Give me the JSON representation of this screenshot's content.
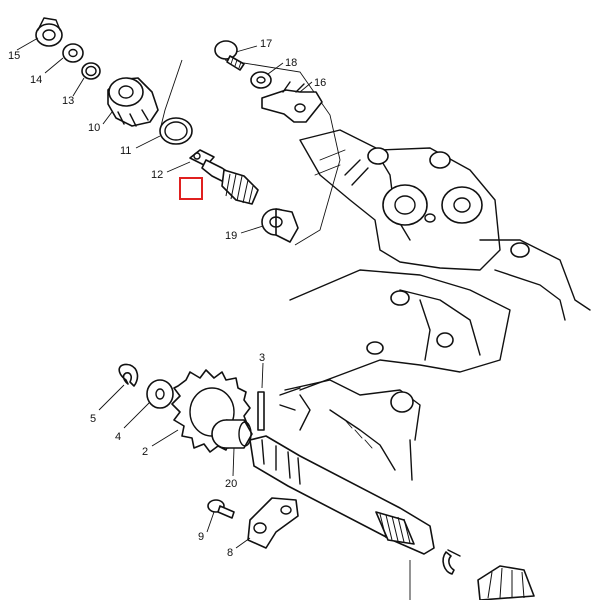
{
  "callouts": [
    {
      "id": "c15",
      "label": "15"
    },
    {
      "id": "c14",
      "label": "14"
    },
    {
      "id": "c13",
      "label": "13"
    },
    {
      "id": "c10",
      "label": "10"
    },
    {
      "id": "c11",
      "label": "11"
    },
    {
      "id": "c12",
      "label": "12"
    },
    {
      "id": "c17",
      "label": "17"
    },
    {
      "id": "c18",
      "label": "18"
    },
    {
      "id": "c16",
      "label": "16"
    },
    {
      "id": "c19",
      "label": "19"
    },
    {
      "id": "c3",
      "label": "3"
    },
    {
      "id": "c5",
      "label": "5"
    },
    {
      "id": "c4",
      "label": "4"
    },
    {
      "id": "c2",
      "label": "2"
    },
    {
      "id": "c20",
      "label": "20"
    },
    {
      "id": "c9",
      "label": "9"
    },
    {
      "id": "c8",
      "label": "8"
    }
  ],
  "highlight": {
    "color": "#e0201f"
  }
}
